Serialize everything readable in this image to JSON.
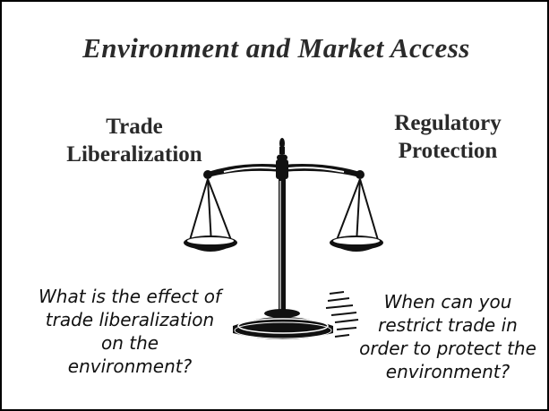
{
  "title": "Environment and Market Access",
  "left_heading": [
    "Trade",
    "Liberalization"
  ],
  "right_heading": [
    "Regulatory",
    "Protection"
  ],
  "left_question": [
    "What is the effect of",
    "trade liberalization",
    "on the",
    "environment?"
  ],
  "right_question": [
    "When can you",
    "restrict trade in",
    "order to protect the",
    "environment?"
  ],
  "illustration": "balance-scale-icon",
  "colors": {
    "text": "#2a2a2a",
    "border": "#000000",
    "background": "#ffffff"
  }
}
